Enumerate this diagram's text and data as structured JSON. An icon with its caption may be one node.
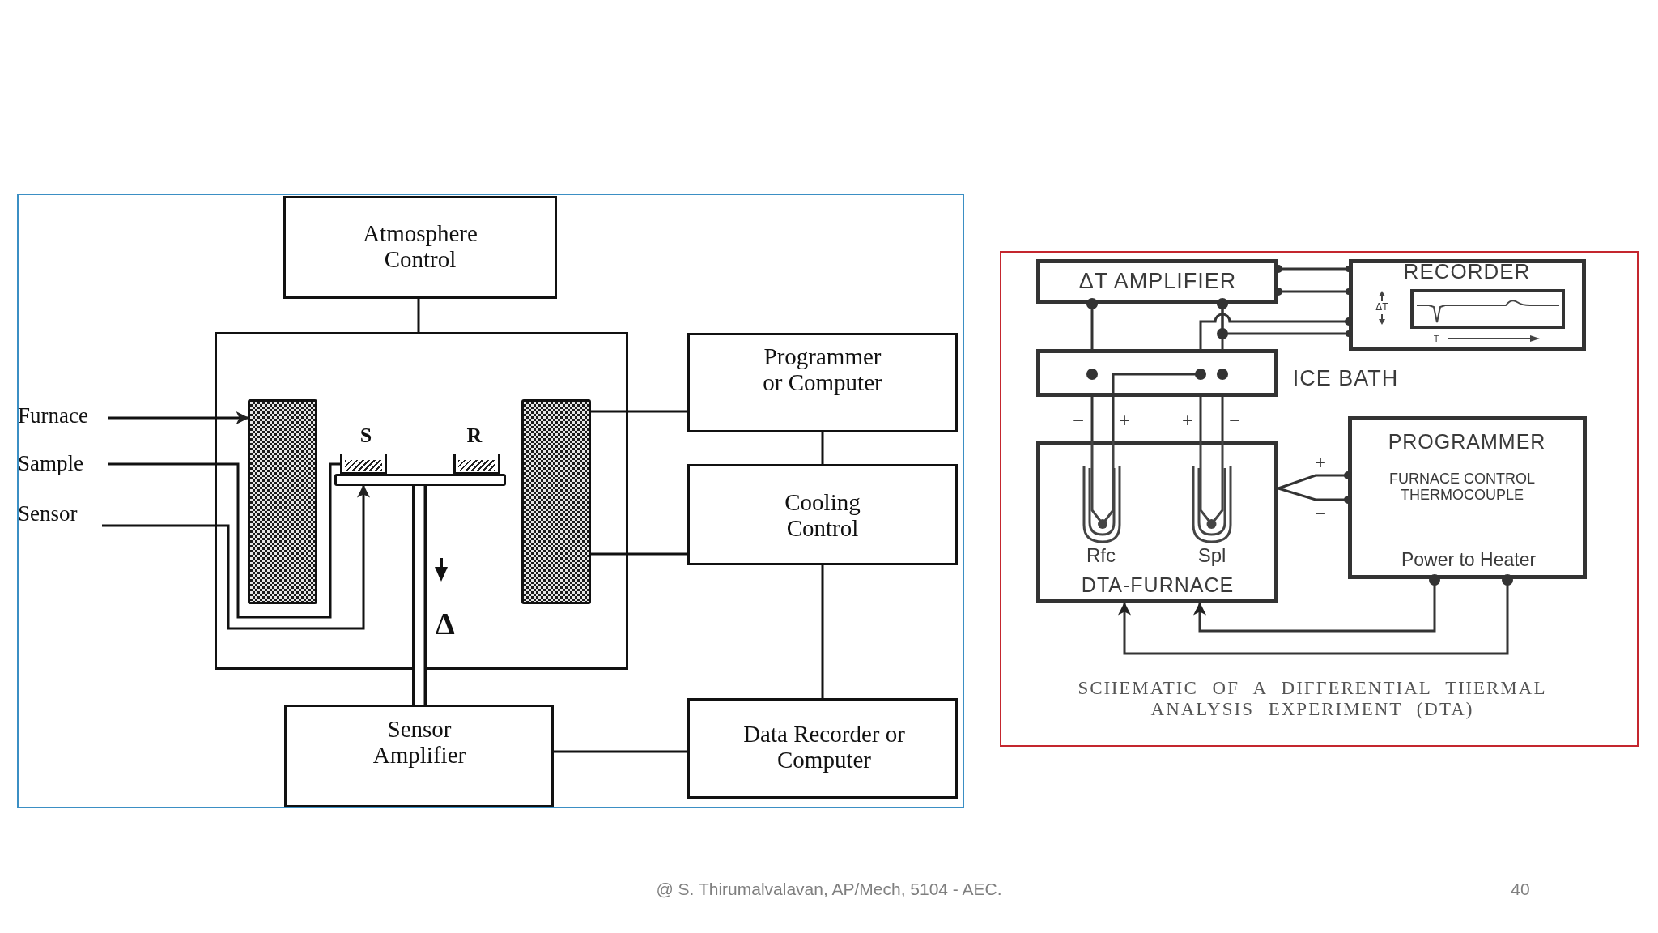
{
  "diagram": {
    "caption": "SCHEMATIC OF A DIFFERENTIAL THERMAL ANALYSIS EXPERIMENT (DTA)",
    "nodes": [
      {
        "text": [
          "Atmosphere Control"
        ]
      },
      {
        "text": [
          "Programmer or Computer"
        ]
      },
      {
        "text": [
          "Furnace"
        ]
      },
      {
        "text": [
          "Sample"
        ]
      },
      {
        "text": [
          "Sensor"
        ]
      },
      {
        "text": [],
        "shape": "box"
      },
      {
        "text": [],
        "shape": "bar",
        "in": 5
      },
      {
        "text": [
          "S"
        ],
        "in": 5
      },
      {
        "text": [],
        "shape": "bar",
        "in": 5
      },
      {
        "text": [
          "R"
        ],
        "in": 5
      },
      {
        "text": [],
        "shape": "bar",
        "in": 5
      },
      {
        "text": [
          "Cooling Control"
        ]
      },
      {
        "text": [
          "Sensor Amplifier"
        ]
      },
      {
        "text": [
          "Data Recorder or Computer"
        ]
      },
      {
        "text": [
          "ΔT AMPLIFIER"
        ]
      },
      {
        "text": [
          "RECORDER",
          "ΔT",
          "T"
        ]
      },
      {
        "text": [
          "ICE BATH"
        ]
      },
      {
        "text": [
          "Rfc",
          "Spl",
          "DTA-FURNACE"
        ]
      },
      {
        "text": [
          "PROGRAMMER",
          "FURNACE CONTROL THERMOCOUPLE",
          "Power to Heater"
        ]
      }
    ],
    "edges": [
      {
        "from": 2,
        "to": 6,
        "arrow": "to"
      },
      {
        "from": 3,
        "to": 7,
        "arrow": "none"
      },
      {
        "from": 4,
        "to": 8,
        "arrow": "to"
      },
      {
        "from": 0,
        "to": 5,
        "arrow": "none"
      },
      {
        "from": 10,
        "to": 1,
        "arrow": "none"
      },
      {
        "from": 10,
        "to": 11,
        "arrow": "none"
      },
      {
        "from": 1,
        "to": 11,
        "arrow": "none"
      },
      {
        "from": 11,
        "to": 13,
        "arrow": "none"
      },
      {
        "from": 12,
        "to": 13,
        "arrow": "none"
      },
      {
        "from": 8,
        "to": 12,
        "arrow": "none",
        "style": "thick"
      },
      {
        "from": 14,
        "to": 15,
        "arrow": "other"
      },
      {
        "from": 14,
        "to": 15,
        "arrow": "other"
      },
      {
        "from": 14,
        "to": 15,
        "arrow": "other"
      },
      {
        "from": 14,
        "to": 16,
        "arrow": "other"
      },
      {
        "from": 15,
        "to": 16,
        "arrow": "other"
      },
      {
        "from": 14,
        "to": 16,
        "arrow": "other"
      },
      {
        "from": 16,
        "to": 17,
        "arrow": "none"
      },
      {
        "from": 16,
        "to": 17,
        "arrow": "other"
      },
      {
        "from": 16,
        "to": 17,
        "arrow": "none"
      },
      {
        "from": 16,
        "to": 17,
        "arrow": "none"
      },
      {
        "from": 18,
        "to": 17,
        "arrow": "other",
        "label": "+"
      },
      {
        "from": 18,
        "to": 17,
        "arrow": "other",
        "label": "−"
      },
      {
        "from": 18,
        "to": 17,
        "arrow": "to"
      },
      {
        "from": 18,
        "to": 17,
        "arrow": "to"
      }
    ],
    "labels": [
      "Δ",
      "−",
      "+",
      "+",
      "−",
      "@ S. Thirumalvalavan, AP/Mech, 5104 - AEC.",
      "40"
    ]
  }
}
